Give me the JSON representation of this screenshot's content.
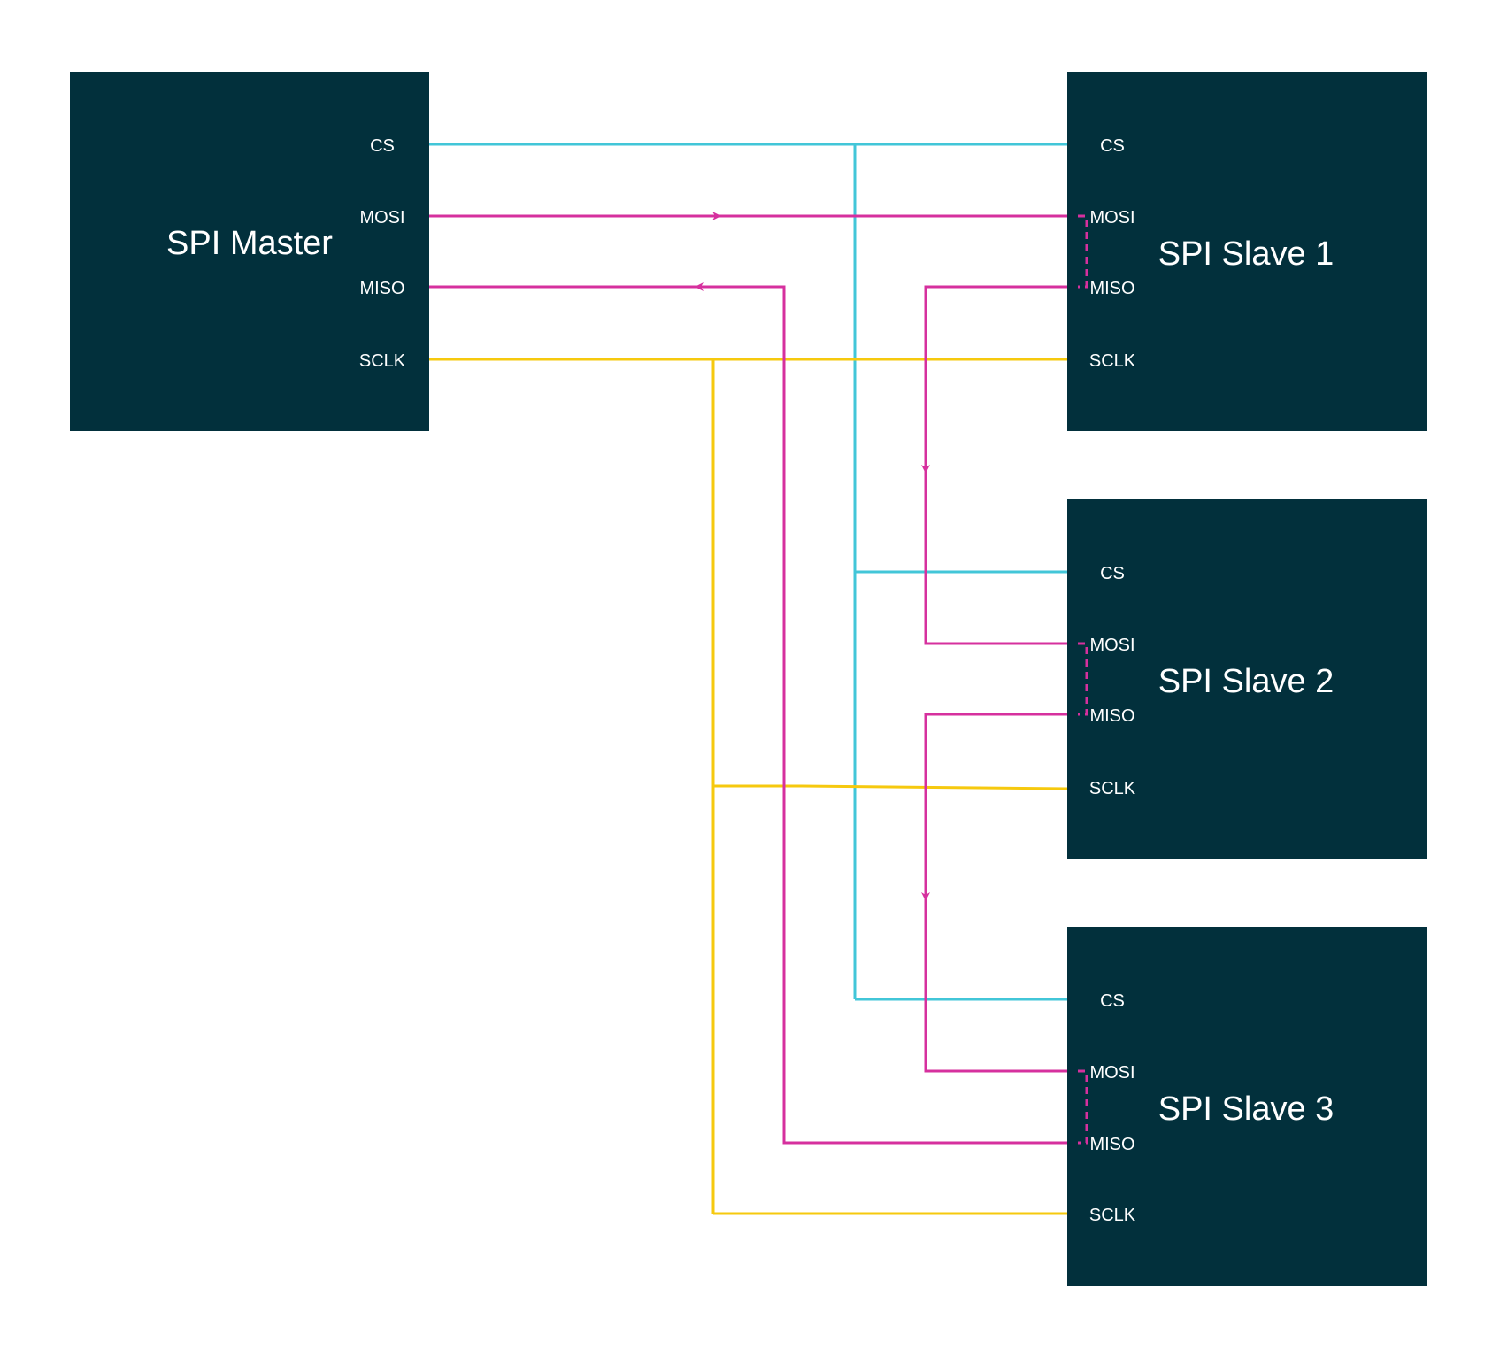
{
  "colors": {
    "background": "#ffffff",
    "box": "#02303c",
    "text": "#ffffff",
    "cs": "#42c6d8",
    "data": "#d6309e",
    "sclk": "#f6c90e"
  },
  "master": {
    "title": "SPI Master",
    "pins": {
      "cs": "CS",
      "mosi": "MOSI",
      "miso": "MISO",
      "sclk": "SCLK"
    }
  },
  "slaves": [
    {
      "title": "SPI Slave 1",
      "pins": {
        "cs": "CS",
        "mosi": "MOSI",
        "miso": "MISO",
        "sclk": "SCLK"
      }
    },
    {
      "title": "SPI Slave 2",
      "pins": {
        "cs": "CS",
        "mosi": "MOSI",
        "miso": "MISO",
        "sclk": "SCLK"
      }
    },
    {
      "title": "SPI Slave 3",
      "pins": {
        "cs": "CS",
        "mosi": "MOSI",
        "miso": "MISO",
        "sclk": "SCLK"
      }
    }
  ]
}
